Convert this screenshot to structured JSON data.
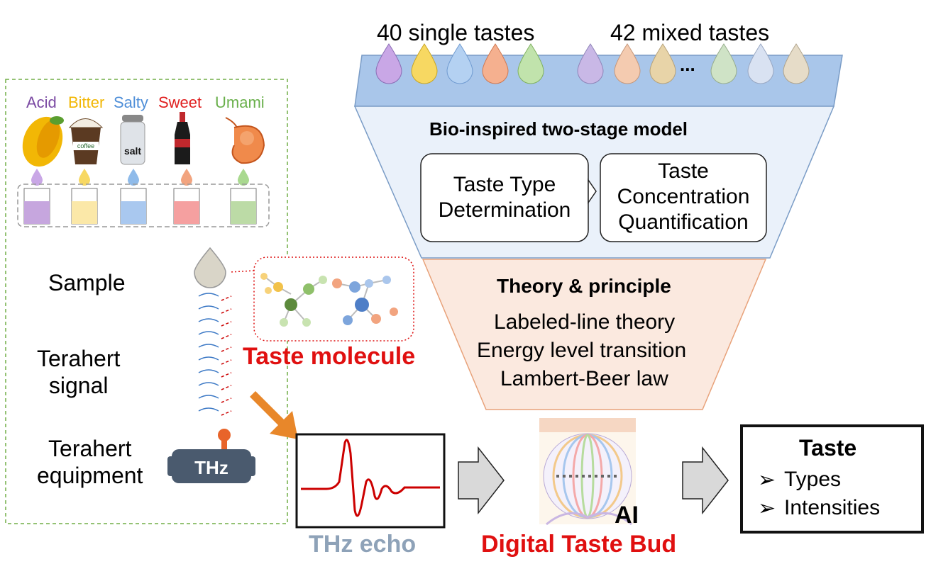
{
  "tastes": {
    "top_counts": {
      "single": "40 single tastes",
      "mixed": "42 mixed tastes",
      "ellipsis": "..."
    },
    "basic": [
      {
        "label": "Acid",
        "color": "#7b4aa3",
        "drop": "#c9a7e6",
        "liquid": "#c6a6de"
      },
      {
        "label": "Bitter",
        "color": "#f2b705",
        "drop": "#f7d862",
        "liquid": "#fbe8a8"
      },
      {
        "label": "Salty",
        "color": "#4e8ed8",
        "drop": "#8fbbea",
        "liquid": "#a9c8ef"
      },
      {
        "label": "Sweet",
        "color": "#e02020",
        "drop": "#f2a47f",
        "liquid": "#f5a0a0"
      },
      {
        "label": "Umami",
        "color": "#6ab04c",
        "drop": "#a9d98f",
        "liquid": "#bcdba6"
      }
    ],
    "icons": [
      "mango-icon",
      "coffee-cup-icon",
      "salt-shaker-icon",
      "cola-bottle-icon",
      "shrimp-icon"
    ],
    "coffee_label": "coffee",
    "salt_label": "salt"
  },
  "left_panel": {
    "sample_label": "Sample",
    "signal_label": "Terahert\nsignal",
    "equipment_label": "Terahert\nequipment",
    "equipment_badge": "THz"
  },
  "molecule": {
    "label": "Taste molecule",
    "color": "#e01010"
  },
  "model": {
    "title": "Bio-inspired two-stage model",
    "stage1": "Taste Type\nDetermination",
    "stage2": "Taste\nConcentration\nQuantification"
  },
  "theory": {
    "title": "Theory & principle",
    "lines": [
      "Labeled-line theory",
      "Energy level transition",
      "Lambert-Beer law"
    ]
  },
  "pipeline": {
    "echo_label": "THz echo",
    "echo_color": "#8ea2b8",
    "bud_label": "Digital Taste Bud",
    "bud_color": "#e01010",
    "ai_label": "AI"
  },
  "output": {
    "title": "Taste",
    "bullet": "➢",
    "items": [
      "Types",
      "Intensities"
    ]
  },
  "colors": {
    "funnel_top": "#a9c6ea",
    "funnel_mid": "#eaf1fa",
    "funnel_bottom": "#fbe9df",
    "panel_border": "#70ad47",
    "arrow_orange": "#e8872a",
    "signal_red": "#cc0000"
  }
}
